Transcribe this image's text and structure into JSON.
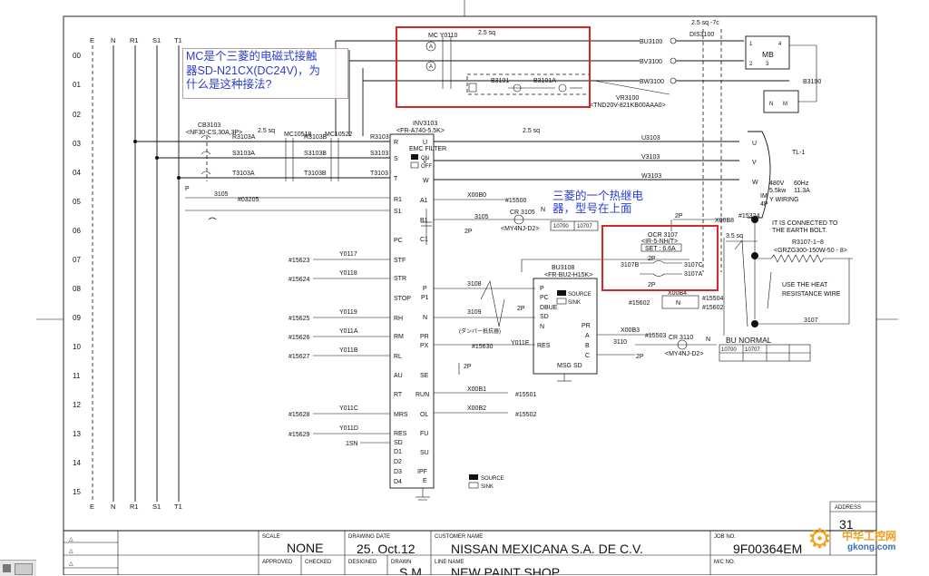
{
  "rails": {
    "top": [
      "E",
      "N",
      "R1",
      "S1",
      "T1"
    ],
    "bottom": [
      "E",
      "N",
      "R1",
      "S1",
      "T1"
    ]
  },
  "row_numbers": [
    "00",
    "01",
    "02",
    "03",
    "04",
    "05",
    "06",
    "07",
    "08",
    "09",
    "10",
    "11",
    "12",
    "13",
    "14",
    "15"
  ],
  "annotations": {
    "mc_note": [
      "MC是个三菱的电磁式接触",
      "器SD-N21CX(DC24V)，为",
      "什么是这种接法?"
    ],
    "relay_note": [
      "三菱的一个热继电",
      "器，型号在上面"
    ]
  },
  "contactor": {
    "name": "MC Y0110",
    "wire": "2.5 sq",
    "labels": [
      "B3101",
      "B3101A"
    ],
    "vr": "VR3100",
    "vr_model": "<TND20V-821KB00AAA0>"
  },
  "motor_bus": {
    "lines": [
      "BU3100",
      "BV3100",
      "BW3100"
    ],
    "wire": "2.5 sq -7c",
    "disconnect": "DIS3100",
    "mb": "MB",
    "mb_terms": [
      "1",
      "4",
      "2",
      "3",
      "N",
      "M"
    ],
    "mb_ref": "B3100"
  },
  "breaker": {
    "name": "CB3103",
    "spec": "<NF30-CS,30A,3P>",
    "lines": [
      "R3103A",
      "S3103A",
      "T3103A"
    ],
    "wire": "2.5 sq",
    "mc1": "MC10518",
    "mc2": "MC10522",
    "mid": [
      "R3103B",
      "S3103B",
      "T3103B"
    ],
    "out": [
      "R3103",
      "S3103",
      "T3103"
    ]
  },
  "inverter": {
    "name": "INV3103",
    "model": "<FR-A740-5.5K>",
    "emc": "EMC FILTER",
    "emc_on": "ON",
    "emc_off": "OFF",
    "outputs": [
      "U3103",
      "V3103",
      "W3103"
    ],
    "wire": "2.5 sq",
    "left_terms": [
      "R",
      "S",
      "T",
      "R1",
      "S1",
      "PC",
      "STF",
      "STR",
      "STOP",
      "RH",
      "RM",
      "RL",
      "AU",
      "RT",
      "MRS",
      "RES",
      "SD",
      "D1",
      "D2",
      "D3",
      "D4"
    ],
    "right_terms": [
      "U",
      "V",
      "W",
      "A1",
      "B1",
      "C1",
      "P",
      "P1",
      "N",
      "PR",
      "PX",
      "SE",
      "RUN",
      "OL",
      "FU",
      "SU",
      "IPF"
    ],
    "source": "SOURCE",
    "sink": "SINK",
    "ground": "E"
  },
  "signals": [
    {
      "ref": "#15623",
      "net": "Y0117"
    },
    {
      "ref": "#15624",
      "net": "Y0118"
    },
    {
      "ref": "#15625",
      "net": "Y0119"
    },
    {
      "ref": "#15626",
      "net": "Y011A"
    },
    {
      "ref": "#15627",
      "net": "Y011B"
    },
    {
      "ref": "#15628",
      "net": "Y011C"
    },
    {
      "ref": "#15629",
      "net": "Y011D"
    }
  ],
  "misc": {
    "p_label": "P",
    "n3105": "3105",
    "ref03205": "#03205",
    "onesn": "1SN",
    "x00b0": "X00B0",
    "ref15500": "#15500",
    "n3105b": "3105",
    "cr3105": "CR 3105",
    "cr3105_model": "<MY4NJ-D2>",
    "twoP": "2P",
    "n_label": "N",
    "box1": [
      "10700",
      "10707"
    ],
    "n3108": "3108",
    "n3109": "3109",
    "damper": "(ダンパー抵抗器)",
    "ref15630": "#15630",
    "y011e": "Y011E",
    "res": "RES",
    "x00b1": "X00B1",
    "ref15501": "#15501",
    "x00b2": "X00B2",
    "ref15502": "#15502"
  },
  "brake_unit": {
    "name": "BU3108",
    "model": "<FR-BU2-H15K>",
    "terms": [
      "P",
      "PC",
      "DBUE",
      "SD",
      "N",
      "RES"
    ],
    "msg": "MSG",
    "sd": "SD",
    "source": "SOURCE",
    "sink": "SINK"
  },
  "relay": {
    "name": "OCR 3107",
    "model": "<IR-5-NH/T>",
    "set": "SET : 6.6A",
    "labels": [
      "3107B",
      "3107C",
      "3107A"
    ],
    "wire": "2P",
    "x00b4": "X00B4",
    "n": "N",
    "refs": [
      "#15602",
      "#15504",
      "#15602"
    ],
    "x00b8": "X00B8",
    "ref15324": "#15324",
    "wire35": "3.5 sq",
    "earth": "IT IS CONNECTED TO",
    "earth2": "THE EARTH BOLT.",
    "r3107": "R3107-1~8",
    "res_model": "<GRZG300-150W-50 - 8>",
    "heat1": "USE THE HEAT",
    "heat2": "RESISTANCE WIRE",
    "n3107": "3107"
  },
  "relay_outputs": {
    "terms": [
      "PR",
      "A",
      "B",
      "C"
    ],
    "x00b3": "X00B3",
    "ref15503": "#15503",
    "n3110": "3110",
    "cr3110": "CR 3110",
    "cr3110_model": "<MY4NJ-D2>",
    "twoP": "2P",
    "n": "N",
    "bu_normal": "BU NORMAL",
    "box": [
      "10700",
      "10707"
    ]
  },
  "motor": {
    "name": "TL-1",
    "terms": [
      "U",
      "V",
      "W"
    ],
    "im": "IM",
    "poles": "4P",
    "spec1": "480V",
    "spec2": "60Hz",
    "spec3": "5.5kw",
    "spec4": "11.3A",
    "spec5": "Y WIRING"
  },
  "title_block": {
    "scale_label": "SCALE",
    "scale": "NONE",
    "date_label": "DRAWING DATE",
    "date": "25. Oct.12",
    "customer_label": "CUSTOMER NAME",
    "customer": "NISSAN MEXICANA S.A. DE C.V.",
    "job_label": "JOB NO.",
    "job": "9F00364EM",
    "address_label": "ADDRESS",
    "address": "31",
    "approved": "APPROVED",
    "checked": "CHECKED",
    "designed": "DESIGNED",
    "drawn": "DRAWN",
    "drawn_by": "S.M",
    "line_label": "LINE NAME",
    "line": "NEW PAINT SHOP",
    "mc_label": "M/C NO."
  },
  "watermark": {
    "cn": "中华工控网",
    "url": "gkong.com"
  }
}
